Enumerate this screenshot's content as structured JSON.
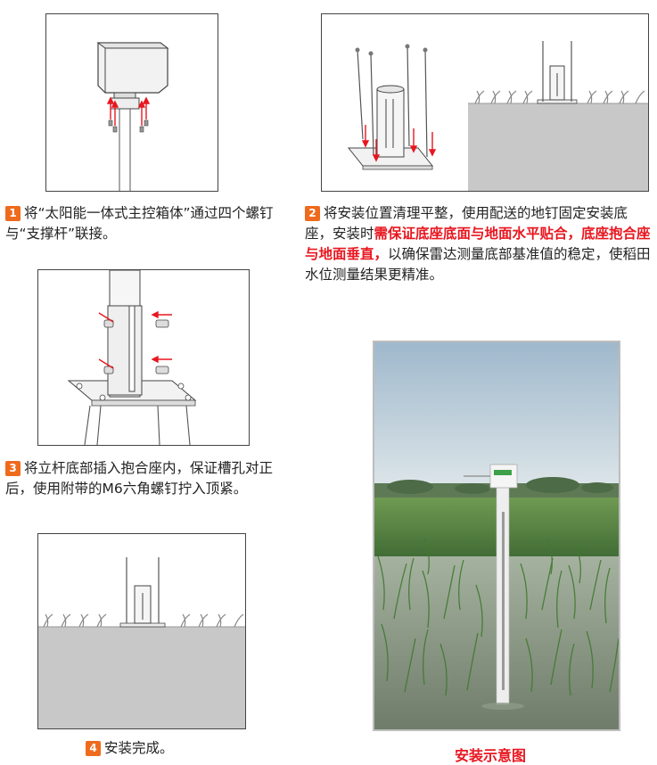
{
  "steps": [
    {
      "num": "1",
      "text": "将“太阳能一体式主控箱体”通过四个螺钉与“支撑杆”联接。"
    },
    {
      "num": "2",
      "text_before": "将安装位置清理平整，使用配送的地钉固定安装底座，安装时",
      "highlight": "需保证底座底面与地面水平贴合，底座抱合座与地面垂直，",
      "text_after": "以确保雷达测量底部基准值的稳定，使稻田水位测量结果更精准。"
    },
    {
      "num": "3",
      "text": "将立杆底部插入抱合座内，保证槽孔对正后，使用附带的M6六角螺钉拧入顶紧。"
    },
    {
      "num": "4",
      "text": "安装完成。"
    }
  ],
  "photo_caption": "安装示意图",
  "colors": {
    "accent": "#ee6a1d",
    "highlight": "#e8161f",
    "ground": "#c8c8c8",
    "arrow": "#e8161f"
  }
}
